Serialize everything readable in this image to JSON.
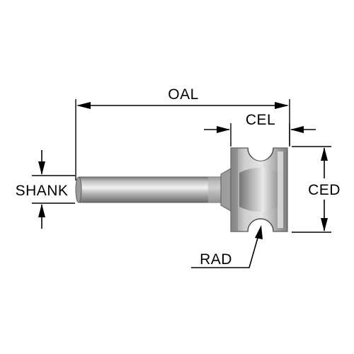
{
  "diagram": {
    "labels": {
      "oal": "OAL",
      "cel": "CEL",
      "shank": "SHANK",
      "ced": "CED",
      "rad": "RAD"
    },
    "icons": {
      "bit": "cove-box-router-bit-icon"
    },
    "colors": {
      "lines": "#000000",
      "background": "#ffffff",
      "steel_light": "#d8d8d8",
      "steel_mid": "#a6a6a6",
      "steel_dark": "#6e6e6e"
    }
  }
}
